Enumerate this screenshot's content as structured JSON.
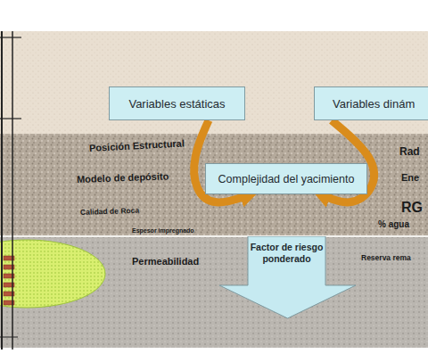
{
  "diagram": {
    "nodes": [
      {
        "text": [
          "Variables estáticas"
        ]
      },
      {
        "text": [
          "Variables dinám"
        ]
      },
      {
        "text": [
          "Complejidad del yacimiento"
        ]
      },
      {
        "text": [
          "Factor de riesgo ponderado"
        ]
      }
    ],
    "edges": [
      {
        "from": 0,
        "to": 2,
        "arrow": "to"
      },
      {
        "from": 1,
        "to": 2,
        "arrow": "to"
      }
    ],
    "labels": [
      "Posición Estructural",
      "Modelo de depósito",
      "Calidad de Roca",
      "Espesor impregnado",
      "Permeabilidad",
      "Rad",
      "Ene",
      "RG",
      "% agua",
      "Reserva rema"
    ]
  }
}
